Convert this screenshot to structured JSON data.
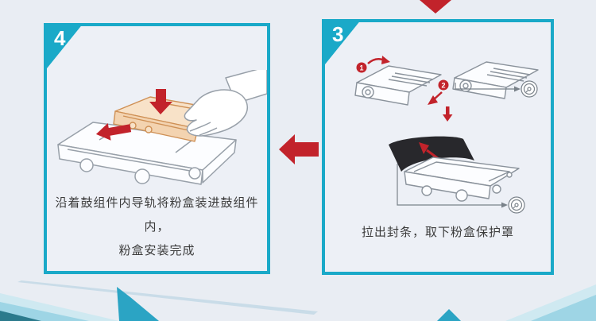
{
  "colors": {
    "accent_cyan": "#1aa9c8",
    "arrow_red": "#c2232b",
    "background": "#e9edf3",
    "panel_fill": "#edf0f6",
    "caption_text": "#3b3b3b",
    "cover_black": "#28282c",
    "sail_teal": "#2ba4c4",
    "corner_dark_teal": "#2b7a8c",
    "wedge_light": "#cfe9f1",
    "wedge_mid": "#9ed5e5"
  },
  "panels": {
    "step4": {
      "number": "4",
      "caption_line1": "沿着鼓组件内导轨将粉盒装进鼓组件内，",
      "caption_line2": "粉盒安装完成"
    },
    "step3": {
      "number": "3",
      "caption": "拉出封条，取下粉盒保护罩",
      "callout1": "1",
      "callout2": "2"
    }
  },
  "icons": [
    "red-down-arrow-icon",
    "red-left-arrow-icon",
    "magnifier-detail-icon",
    "hand-illustration",
    "toner-cartridge-illustration",
    "drum-unit-illustration",
    "protective-cover-illustration"
  ]
}
